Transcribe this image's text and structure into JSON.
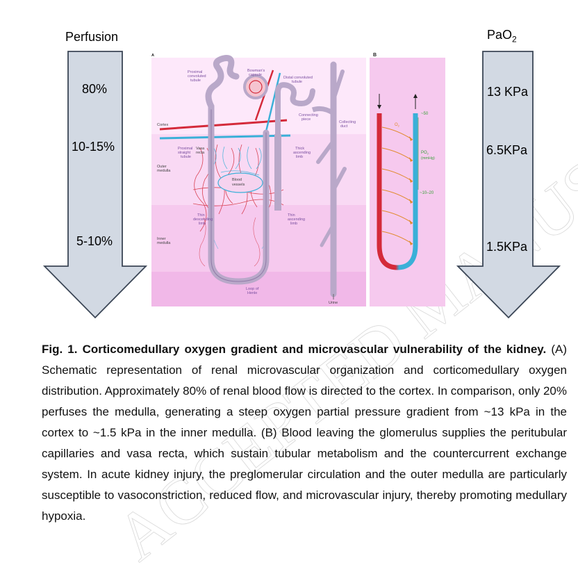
{
  "left_arrow": {
    "header": "Perfusion",
    "levels": [
      "80%",
      "10-15%",
      "5-10%"
    ]
  },
  "right_arrow": {
    "header_base": "PaO",
    "header_sub": "2",
    "levels": [
      "13 KPa",
      "6.5KPa",
      "1.5KPa"
    ]
  },
  "panel_a": {
    "letter": "A",
    "labels": {
      "proximal_convoluted": [
        "Proximal",
        "convoluted",
        "tubule"
      ],
      "bowmans_capsule": [
        "Bowman's",
        "capsule"
      ],
      "distal_convoluted": [
        "Distal convoluted",
        "tubule"
      ],
      "cortex": "Cortex",
      "connecting_piece": [
        "Connecting",
        "piece"
      ],
      "collecting_duct": [
        "Collecting",
        "duct"
      ],
      "proximal_straight": [
        "Proximal",
        "straight",
        "tubule"
      ],
      "vasa_recta": [
        "Vasa",
        "recta"
      ],
      "thick_ascending": [
        "Thick",
        "ascending",
        "limb"
      ],
      "outer_medulla": [
        "Outer",
        "medulla"
      ],
      "blood_vessels": [
        "Blood",
        "vessels"
      ],
      "thin_descending": [
        "Thin",
        "descending",
        "limb"
      ],
      "thin_ascending": [
        "Thin",
        "ascending",
        "limb"
      ],
      "inner_medulla": [
        "Inner",
        "medulla"
      ],
      "loop_of_henle": [
        "Loop of",
        "Henle"
      ],
      "urine": "Urine"
    }
  },
  "panel_b": {
    "letter": "B",
    "o2_label": "O",
    "o2_sub": "2",
    "po2_label": "PO",
    "po2_sub": "2",
    "po2_unit": "(mmHg)",
    "high_value": "~50",
    "low_value": "~10–20"
  },
  "watermark": "ACCEPTED MANUSCRIPT",
  "caption": {
    "title": "Fig. 1. Corticomedullary oxygen gradient and microvascular vulnerability of the kidney.",
    "body": "(A) Schematic representation of renal microvascular organization and corticomedullary oxygen distribution. Approximately 80% of renal blood flow is directed to the cortex. In comparison, only 20% perfuses the medulla, generating a steep oxygen partial pressure gradient from ~13 kPa in the cortex to ~1.5 kPa in the inner medulla. (B) Blood leaving the glomerulus supplies the peritubular capillaries and vasa recta, which sustain tubular metabolism and the countercurrent exchange system. In acute kidney injury, the preglomerular circulation and the outer medulla are particularly susceptible to vasoconstriction, reduced flow, and microvascular injury, thereby promoting medullary hypoxia."
  },
  "colors": {
    "arrow_fill": "#d2d9e3",
    "arrow_stroke": "#3b4656",
    "tubule": "#b9a8c9",
    "artery": "#d42a3a",
    "vein": "#3ab0d8",
    "panel_pink": "#f6c9ee",
    "o2_arrow": "#e08a2a",
    "po2_green": "#3aa23a"
  }
}
